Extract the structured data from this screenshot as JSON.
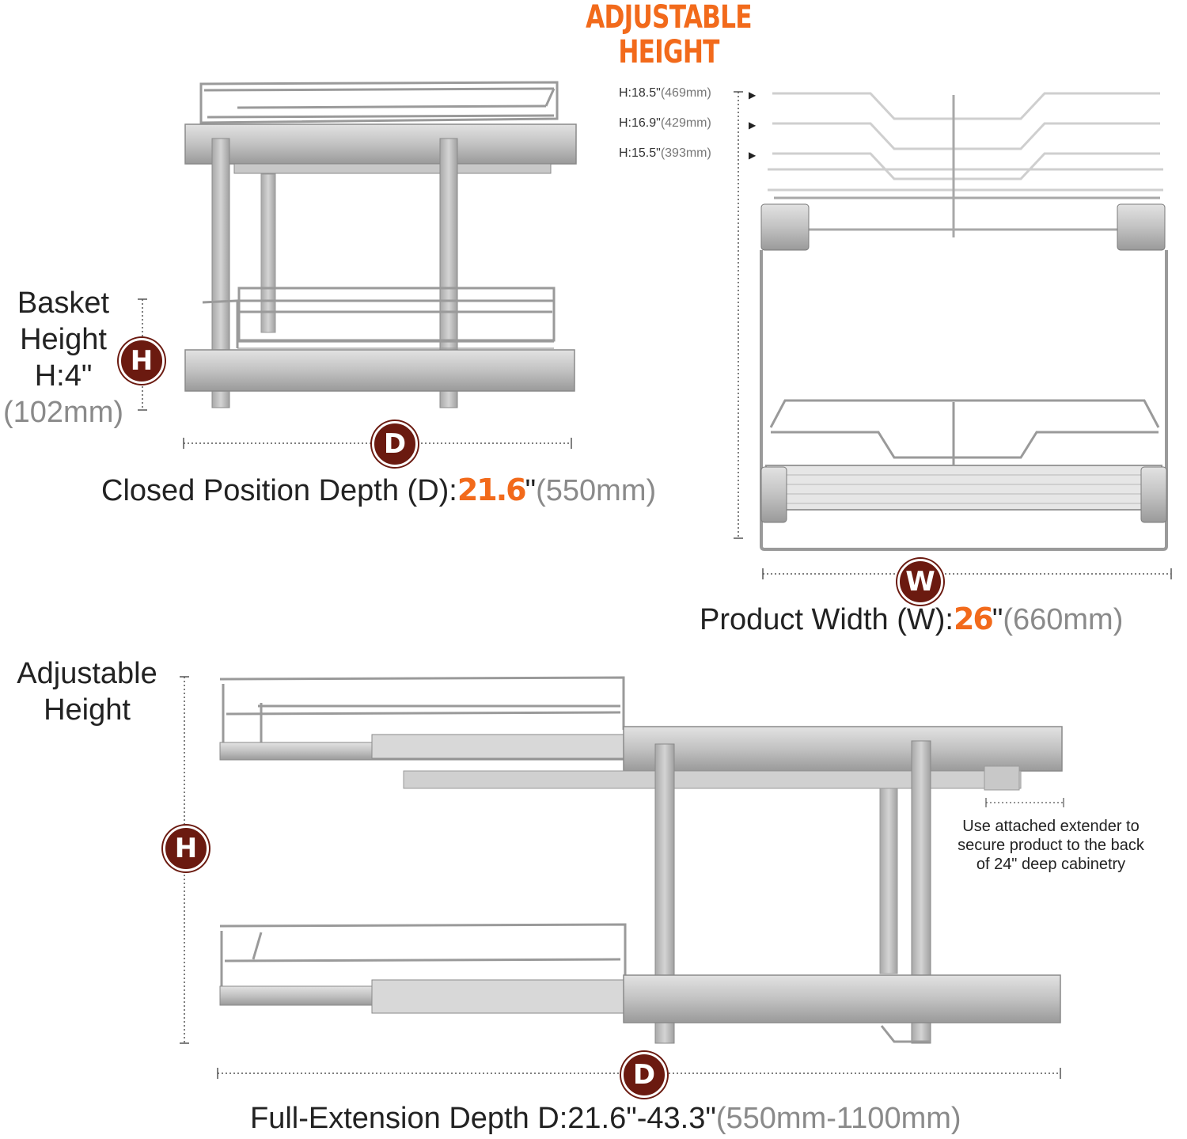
{
  "colors": {
    "accent": "#f26a1b",
    "badge": "#6b1a10",
    "metal_light": "#d9d9d9",
    "metal_mid": "#b3b3b3",
    "metal_dark": "#7a7a7a"
  },
  "headline": {
    "line1": "ADJUSTABLE",
    "line2": "HEIGHT"
  },
  "height_options": [
    {
      "label": "H:18.5\"",
      "mm": "(469mm)"
    },
    {
      "label": "H:16.9\"",
      "mm": "(429mm)"
    },
    {
      "label": "H:15.5\"",
      "mm": "(393mm)"
    }
  ],
  "basket_height": {
    "line1": "Basket",
    "line2": "Height",
    "line3": "H:4\"",
    "line4": "(102mm)"
  },
  "badges": {
    "height": "H",
    "depth": "D",
    "width": "W"
  },
  "closed_depth": {
    "prefix": "Closed Position Depth (D):",
    "value": "21.6",
    "unit": "\"",
    "mm": "(550mm)"
  },
  "product_width": {
    "prefix": "Product Width (W):",
    "value": "26",
    "unit": "\"",
    "mm": "(660mm)"
  },
  "adjustable_height": {
    "line1": "Adjustable",
    "line2": "Height"
  },
  "extender_note": {
    "line1": "Use attached extender to",
    "line2": "secure product to the back",
    "line3": "of 24\" deep cabinetry"
  },
  "full_extension": {
    "prefix": "Full-Extension Depth D:21.6\"-43.3\"",
    "mm": "(550mm-1100mm)"
  }
}
